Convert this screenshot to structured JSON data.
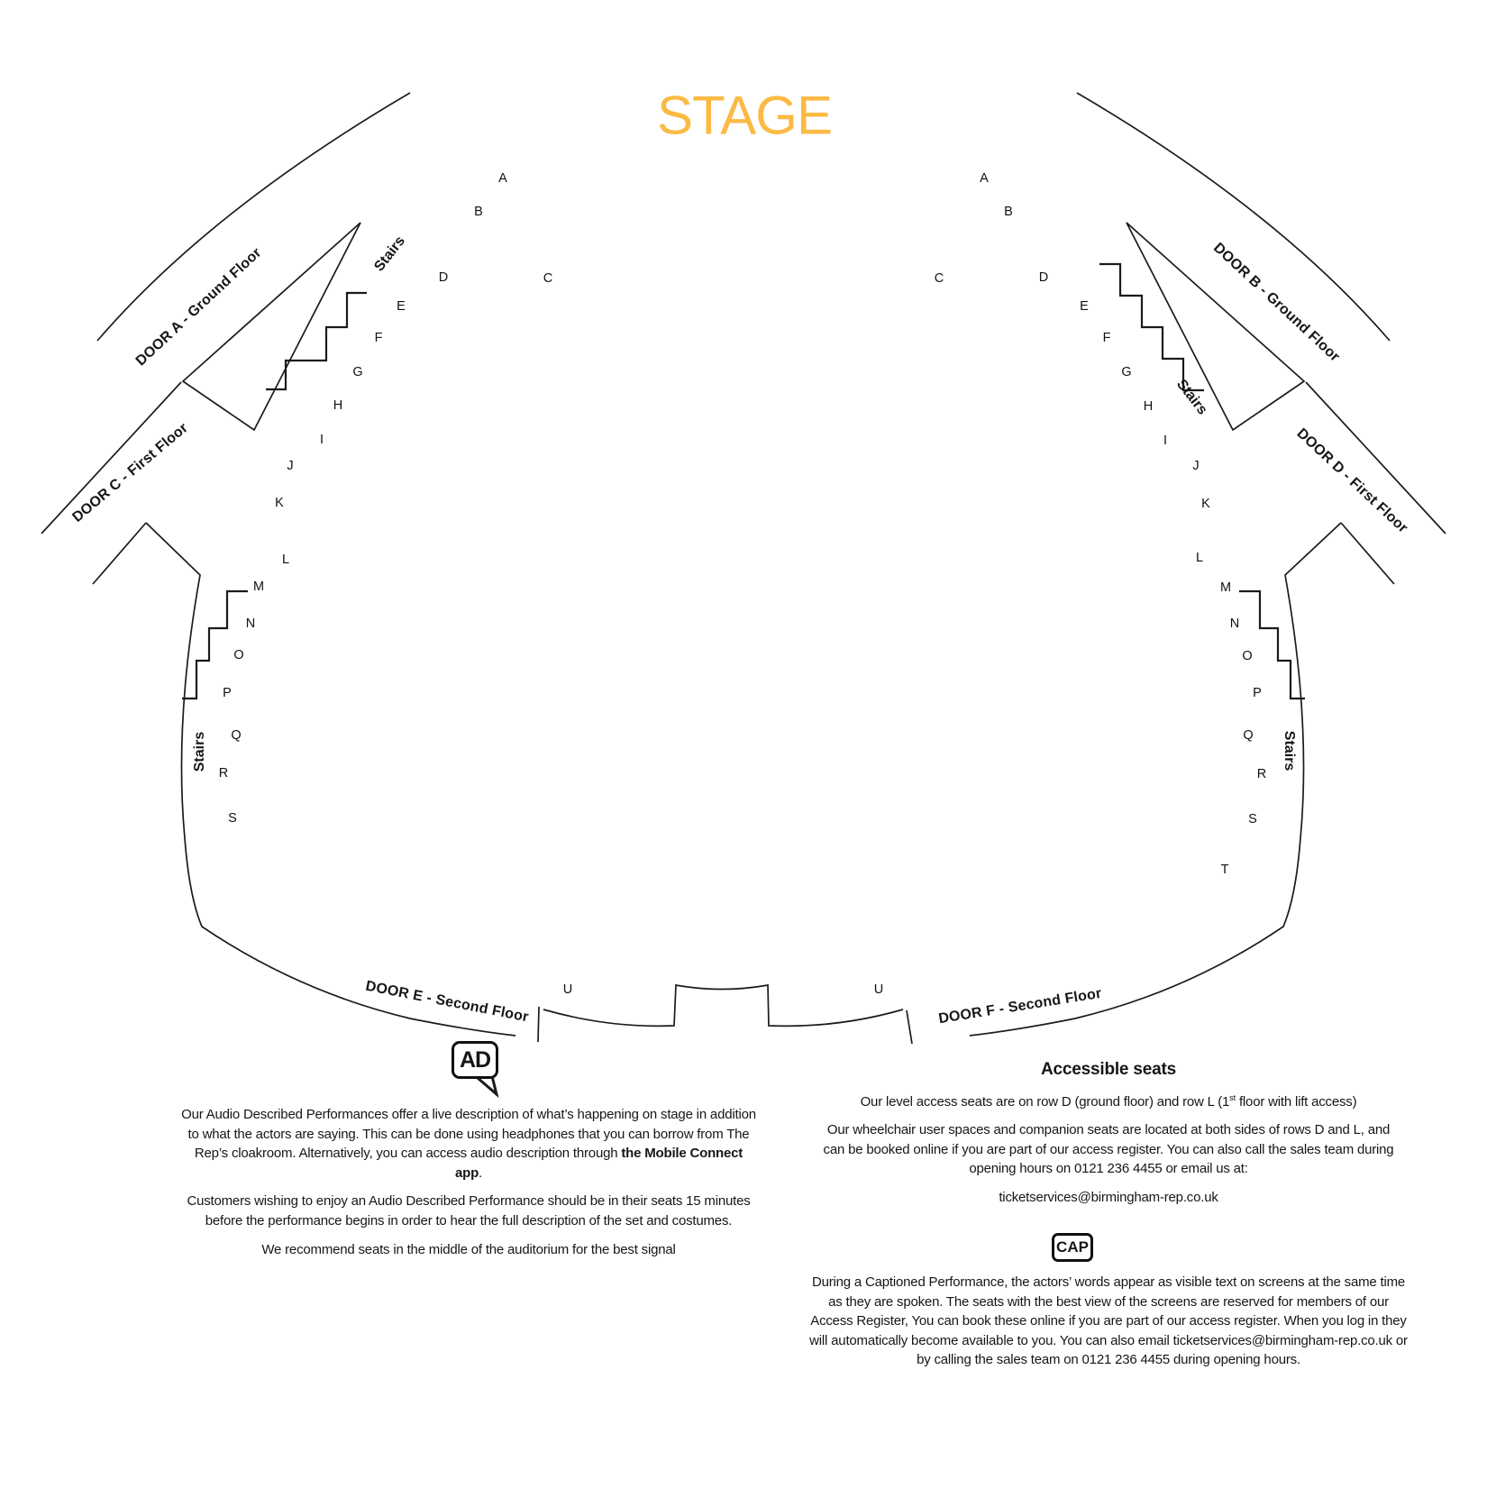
{
  "stage": {
    "label": "STAGE",
    "color": "#FBBA44"
  },
  "doors": {
    "a": "DOOR A - Ground Floor",
    "b": "DOOR B - Ground Floor",
    "c": "DOOR C - First Floor",
    "d": "DOOR D - First Floor",
    "e": "DOOR E - Second Floor",
    "f": "DOOR F - Second Floor"
  },
  "stairs": {
    "label": "Stairs"
  },
  "rows": {
    "left": [
      "A",
      "B",
      "C",
      "D",
      "E",
      "F",
      "G",
      "H",
      "I",
      "J",
      "K",
      "L",
      "M",
      "N",
      "O",
      "P",
      "Q",
      "R",
      "S",
      "U"
    ],
    "right": [
      "A",
      "B",
      "C",
      "D",
      "E",
      "F",
      "G",
      "H",
      "I",
      "J",
      "K",
      "L",
      "M",
      "N",
      "O",
      "P",
      "Q",
      "R",
      "S",
      "T",
      "U"
    ]
  },
  "audio_described": {
    "icon": "AD",
    "para1_pre": "Our Audio Described Performances offer a live description of what’s happening on stage in addition to what the actors are saying. This can be done using headphones that you can borrow from The Rep’s cloakroom. Alternatively, you can access audio description through ",
    "para1_bold": "the Mobile Connect app",
    "para1_post": ".",
    "para2": "Customers wishing to enjoy an Audio Described Performance should be in their seats 15 minutes before the performance begins in order to hear the full description of the set and costumes.",
    "para3": "We recommend seats in the middle of the auditorium for the best signal"
  },
  "accessible_seats": {
    "heading": "Accessible seats",
    "para1_pre": "Our level access seats are on row D (ground floor) and row L (1",
    "para1_sup": "st",
    "para1_post": " floor with lift access)",
    "para2": "Our wheelchair user spaces and companion seats are located at both sides of rows D and L, and can be booked online if you are part of our access register. You can also call the sales team during opening hours on 0121 236 4455 or email us at:",
    "email": "ticketservices@birmingham-rep.co.uk",
    "captioned_icon": "CAP",
    "captioned_para": "During a Captioned Performance, the actors’ words appear as visible text on screens at the same time as they are spoken. The seats with the best view of the screens are reserved for members of our Access Register, You can book these online if you are part of our access register. When you log in they will automatically become available to you. You can also email ticketservices@birmingham-rep.co.uk or by calling the sales team on 0121 236 4455 during opening hours."
  }
}
